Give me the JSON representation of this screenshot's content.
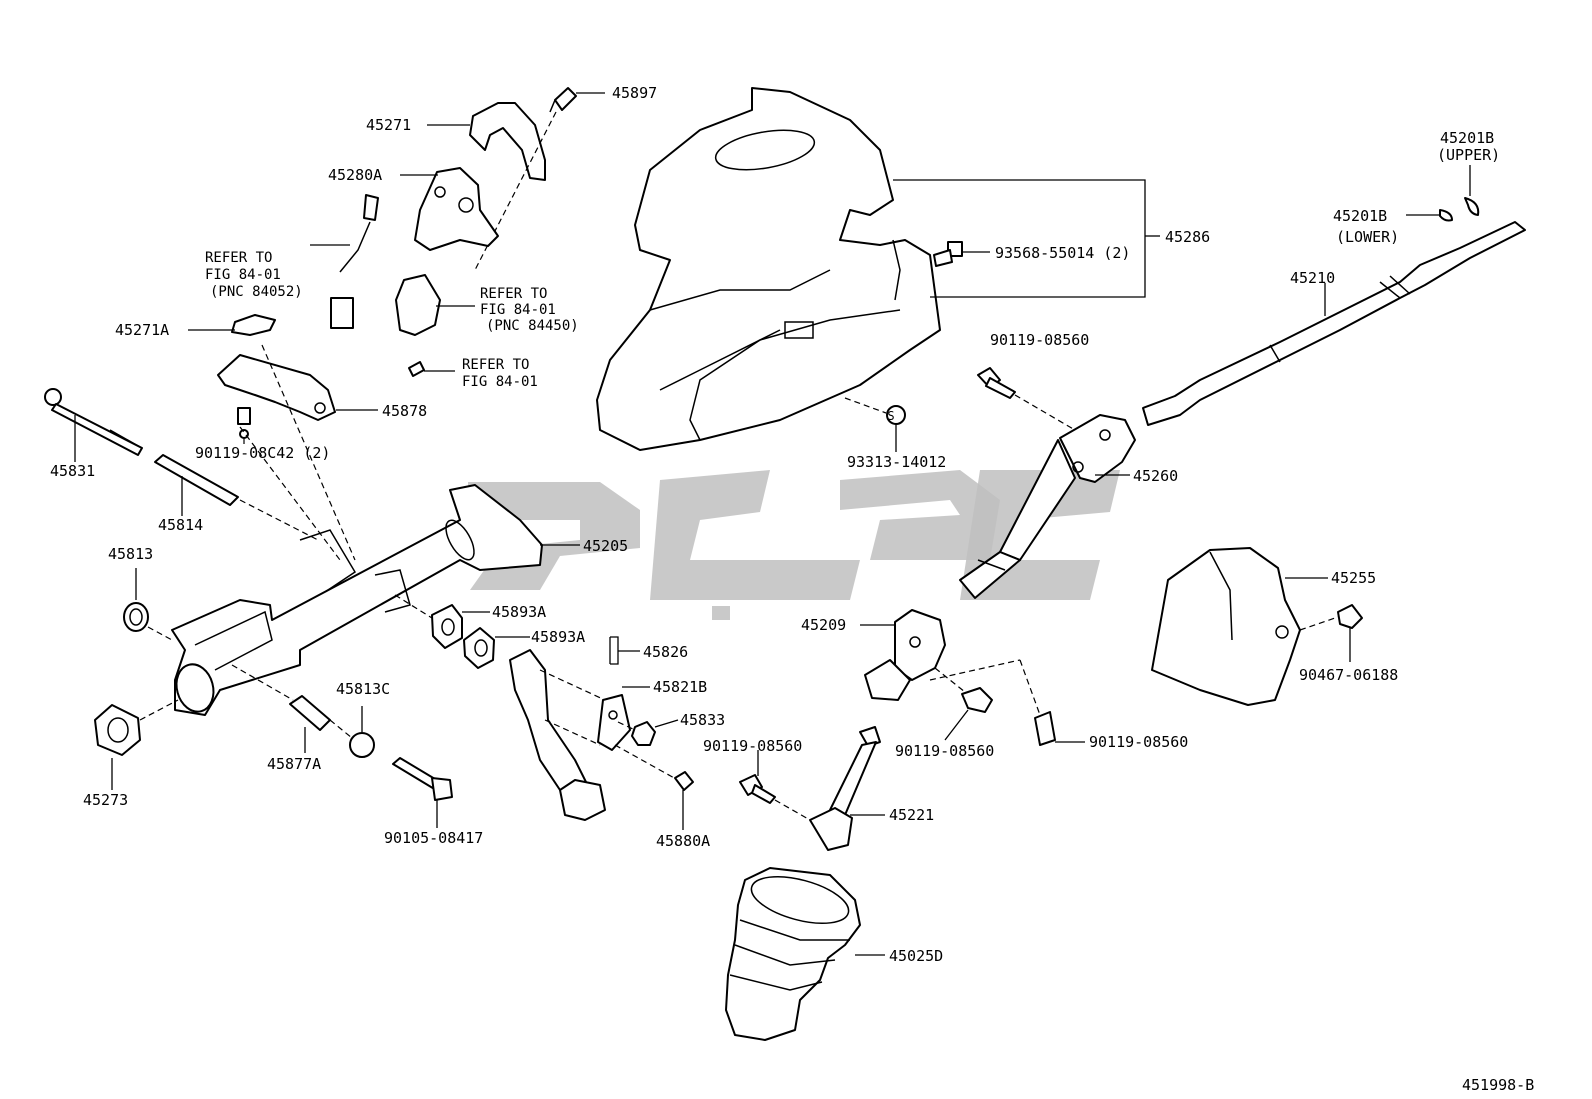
{
  "figure_id": "451998-B",
  "watermark": "ﻳﻠﻪ",
  "parts": {
    "p45897": "45897",
    "p45271": "45271",
    "p45280A": "45280A",
    "p45286": "45286",
    "p45201B_upper": "45201B",
    "upper_note": "(UPPER)",
    "p45201B_lower": "45201B",
    "lower_note": "(LOWER)",
    "p93568": "93568-55014 (2)",
    "p45210": "45210",
    "refer1_a": "REFER TO",
    "refer1_b": "FIG 84-01",
    "refer1_c": "(PNC 84052)",
    "refer2_a": "REFER TO",
    "refer2_b": "FIG 84-01",
    "refer2_c": "(PNC 84450)",
    "refer3_a": "REFER TO",
    "refer3_b": "FIG 84-01",
    "p45271A": "45271A",
    "p90119_top": "90119-08560",
    "p45878": "45878",
    "p90119_08C42": "90119-08C42 (2)",
    "s_mark": "S",
    "p93313": "93313-14012",
    "p45831": "45831",
    "p45260": "45260",
    "p45814": "45814",
    "p45205": "45205",
    "p45813": "45813",
    "p45255": "45255",
    "p45893A_1": "45893A",
    "p45893A_2": "45893A",
    "p45209": "45209",
    "p45826": "45826",
    "p90467": "90467-06188",
    "p45813C": "45813C",
    "p45821B": "45821B",
    "p45833": "45833",
    "p90119_mid": "90119-08560",
    "p90119_r1": "90119-08560",
    "p90119_r2": "90119-08560",
    "p45877A": "45877A",
    "p45273": "45273",
    "p45221": "45221",
    "p90105": "90105-08417",
    "p45880A": "45880A",
    "p45025D": "45025D"
  }
}
